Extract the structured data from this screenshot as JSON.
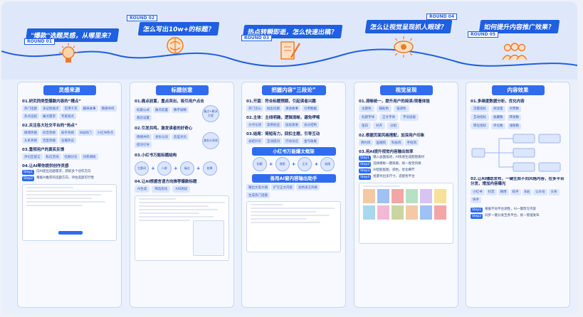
{
  "colors": {
    "accent": "#1f5fe0",
    "chip": "#dce7fd",
    "bg": "#eaf0fb"
  },
  "rounds": [
    {
      "badge": "ROUND 01",
      "title": "\"爆款\"选题灵感，从哪里来？",
      "icon": "lightbulb-icon"
    },
    {
      "badge": "ROUND 02",
      "title": "怎么写出10w+的标题？",
      "icon": "brain-icon"
    },
    {
      "badge": "ROUND 03",
      "title": "热点转瞬即逝，怎么快速出稿？",
      "icon": "pen-paper-icon"
    },
    {
      "badge": "ROUND 04",
      "title": "怎么让视觉呈现抓人眼球？",
      "icon": "eye-icon"
    },
    {
      "badge": "ROUND 05",
      "title": "如何提升内容推广效果？",
      "icon": "people-icon"
    }
  ],
  "col1": {
    "head": "灵感来源",
    "s1": "01.研究同类型爆款内容的“槽点”",
    "s1chips": [
      "热门话题",
      "争议性观点",
      "实用干货",
      "趣味故事",
      "情感共鸣",
      "热点追踪",
      "痛点需求",
      "专家观点"
    ],
    "s2": "02.关注各大社交平台的“热点”",
    "s2chips": [
      "微博热搜",
      "抖音热榜",
      "知乎热榜",
      "B站热门",
      "小红书热点",
      "头条热榜",
      "百度热搜",
      "豆瓣热议"
    ],
    "s3": "03.重视用户的真实反馈",
    "s3chips": [
      "评论区留言",
      "私信咨询",
      "社群讨论",
      "问卷调研"
    ],
    "s4": "04.让AI帮你提供创作灵感",
    "steps": [
      {
        "tag": "Step1",
        "text": "向AI提出选题需求，获取多个创作方向"
      },
      {
        "tag": "Step2",
        "text": "根据AI推荐的选题方向，评估选题可行性"
      }
    ]
  },
  "col2": {
    "head": "标题创意",
    "s1": "01.痛点前置，重点突出，吸引用户点击",
    "s1chips": [
      "标题公式",
      "痛点前置",
      "数字吸睛",
      "悬念设置"
    ],
    "s1tag": "痛点+解决方案",
    "s2": "02.引发共鸣，激发读者的好奇心",
    "s2chips": [
      "情绪共鸣",
      "身份认同",
      "反差对比",
      "提问引导"
    ],
    "s2tag": "激发分享欲",
    "s3": "03.小红书万能标题结构",
    "s3pills": [
      "主题词",
      "人群",
      "痛点",
      "结果"
    ],
    "s4": "04.让AI根据言语方向推荐爆款标题",
    "s4pills": [
      "AI生成",
      "筛选优化",
      "A/B测试"
    ]
  },
  "col3": {
    "head": "把握内容“三段论”",
    "s1": "01.开篇：符合标题预期，引起读者兴趣",
    "s1chips": [
      "开门见山",
      "抛出问题",
      "讲述故事",
      "引用数据"
    ],
    "s2": "02.主体：主线明确，逻辑清晰，避免啰嗦",
    "s2chips": [
      "分点论述",
      "案例佐证",
      "层层递进",
      "总分结构"
    ],
    "s3": "03.结尾：简短有力，回扣主题，引导互动",
    "s3chips": [
      "总结升华",
      "互动提问",
      "行动号召",
      "金句收尾"
    ],
    "bar1": "小红书万能爆文框架",
    "framework": [
      "标题",
      "首图",
      "正文",
      "结尾"
    ],
    "bar2": "善用AI窗内容输出助手",
    "bar2chips": [
      "输出文案大纲",
      "扩写正文内容",
      "润色语言风格",
      "生成热门话题"
    ]
  },
  "col4": {
    "head": "视觉呈现",
    "s1": "01.清晰统一，提升用户的阅读/观看体验",
    "s1rows": [
      [
        "主题色",
        "辅助色",
        "强调色"
      ],
      [
        "标题字体",
        "正文字体",
        "字号层级"
      ],
      [
        "留白",
        "对齐",
        "分组"
      ]
    ],
    "s2": "02.根据页面风格搭配，加深用户印象",
    "s2chips": [
      "简约风",
      "国潮风",
      "科技风",
      "手绘风"
    ],
    "s3": "03.用AI提升视觉内容输出效率",
    "steps": [
      {
        "tag": "Step1",
        "text": "输入画面描述，AI快速生成配图素材"
      },
      {
        "tag": "Step2",
        "text": "选择模板一键排版，统一视觉风格"
      },
      {
        "tag": "Step3",
        "text": "AI智能抠图、调色，优化细节"
      },
      {
        "tag": "Step4",
        "text": "批量导出多尺寸，适配各平台"
      }
    ]
  },
  "col5": {
    "head": "内容效果",
    "s1": "01.多维度数据分析，优化内容",
    "s1chips": [
      "阅读量",
      "点赞数",
      "收藏数",
      "转发数",
      "评论数",
      "涨粉数"
    ],
    "s1labels": [
      "流量指标",
      "互动指标",
      "转化指标"
    ],
    "s2": "02.让AI辅助发布，一键生成不同风格内容，在多平台分发，增加内容曝光",
    "s2chips": [
      "小红书",
      "抖音",
      "微博",
      "知乎",
      "B站",
      "公众号",
      "头条",
      "快手"
    ],
    "steps": [
      {
        "tag": "Step1",
        "text": "根据不同平台调性，AI一键改写内容"
      },
      {
        "tag": "Step2",
        "text": "同步一键分发至各平台，统一管理发布"
      }
    ]
  }
}
